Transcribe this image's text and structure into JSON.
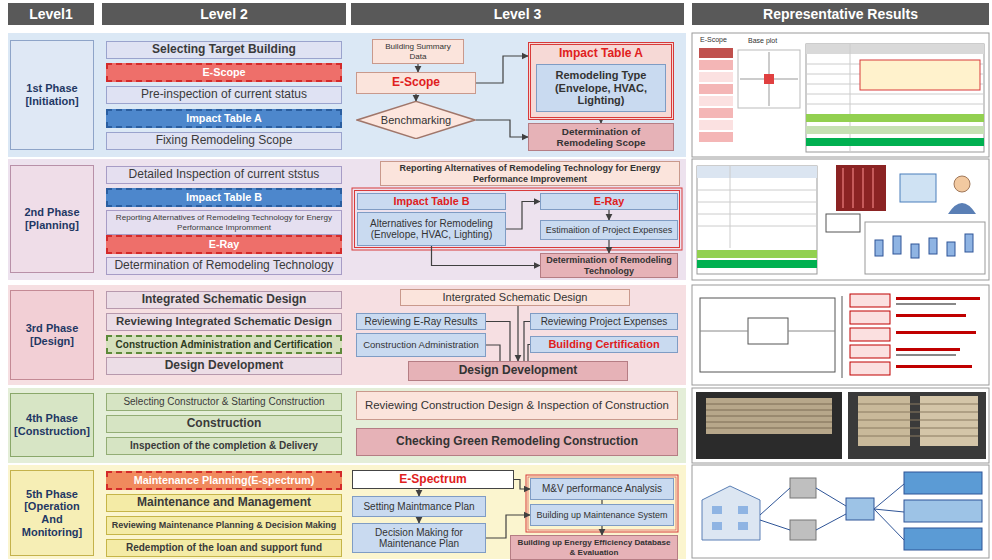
{
  "diagram": {
    "nodes": [
      {
        "text": [
          "Level1"
        ]
      },
      {
        "text": [
          "Level 2"
        ]
      },
      {
        "text": [
          "Level 3"
        ]
      },
      {
        "text": [
          "Representative Results"
        ]
      },
      {
        "text": [
          "1st Phase [Initiation]"
        ]
      },
      {
        "text": [
          "Selecting Target Building"
        ]
      },
      {
        "text": [
          "E-Scope"
        ]
      },
      {
        "text": [
          "Pre-inspection of current status"
        ]
      },
      {
        "text": [
          "Impact Table A"
        ]
      },
      {
        "text": [
          "Fixing Remodeling Scope"
        ]
      },
      {
        "text": [
          "Building Summary Data"
        ]
      },
      {
        "text": [
          "E-Scope"
        ]
      },
      {
        "text": [
          "Benchmarking"
        ]
      },
      {
        "text": [
          "Impact Table A"
        ]
      },
      {
        "text": [
          "Remodeling Type (Envelope, HVAC, Lighting)"
        ],
        "in": 13
      },
      {
        "text": [
          "Determination of Remodeling Scope"
        ]
      },
      {
        "text": [
          "2nd Phase [Planning]"
        ]
      },
      {
        "text": [
          "Detailed Inspection of current ststus"
        ]
      },
      {
        "text": [
          "Impact Table B"
        ]
      },
      {
        "text": [
          "Reporting Alternatives of Remodeling Technology for Energy Performance Impromment"
        ]
      },
      {
        "text": [
          "E-Ray"
        ]
      },
      {
        "text": [
          "Determination of Remodeling Technology"
        ]
      },
      {
        "text": [
          "Reporting Alternatives of Remodeling Technology for Energy Performance Improvement"
        ]
      },
      {
        "text": [
          "Impact Table B"
        ]
      },
      {
        "text": [
          "Alternatives for Remodeling (Envelope, HVAC, Lighting)"
        ]
      },
      {
        "text": [
          "E-Ray"
        ]
      },
      {
        "text": [
          "Estimaition of Project Expenses"
        ]
      },
      {
        "text": [
          "Determination of Remodeling Technology"
        ]
      },
      {
        "text": [
          "3rd Phase [Design]"
        ]
      },
      {
        "text": [
          "Integrated Schematic Design"
        ]
      },
      {
        "text": [
          "Reviewing Integrated Schematic Design"
        ]
      },
      {
        "text": [
          "Construction Administration and Certification"
        ]
      },
      {
        "text": [
          "Design Development"
        ]
      },
      {
        "text": [
          "Intergrated Schematic Design"
        ]
      },
      {
        "text": [
          "Reviewing E-Ray Results"
        ]
      },
      {
        "text": [
          "Reviewing Project Expenses"
        ]
      },
      {
        "text": [
          "Construction Administration"
        ]
      },
      {
        "text": [
          "Building Certification"
        ]
      },
      {
        "text": [
          "Design Development"
        ]
      },
      {
        "text": [
          "4th Phase [Construction]"
        ]
      },
      {
        "text": [
          "Selecting Constructor & Starting Construction"
        ]
      },
      {
        "text": [
          "Construction"
        ]
      },
      {
        "text": [
          "Inspection of the completion & Delivery"
        ]
      },
      {
        "text": [
          "Reviewing Construction Design & Inspection of Construction"
        ]
      },
      {
        "text": [
          "Checking Green Remodeling Construction"
        ]
      },
      {
        "text": [
          "5th Phase [Operation And Monitoring]"
        ]
      },
      {
        "text": [
          "Maintenance Planning(E-spectrum)"
        ]
      },
      {
        "text": [
          "Maintenance and Management"
        ]
      },
      {
        "text": [
          "Reviewing Maintenance Planning & Decision Making"
        ]
      },
      {
        "text": [
          "Redemption of the loan and support fund"
        ]
      },
      {
        "text": [
          "E-Spectrum"
        ]
      },
      {
        "text": [
          "Setting Maintmance Plan"
        ]
      },
      {
        "text": [
          "Decision Making for Maintenance Plan"
        ]
      },
      {
        "text": [
          "M&V performance Analysis"
        ]
      },
      {
        "text": [
          "Building up Maintenance System"
        ]
      },
      {
        "text": [
          "Building up Energy Efficiency Database & Evaluation"
        ]
      }
    ],
    "edges": [
      {
        "from": 10,
        "to": 11,
        "arrow": "to"
      },
      {
        "from": 11,
        "to": 12,
        "arrow": "to"
      },
      {
        "from": 11,
        "to": 13,
        "arrow": "to"
      },
      {
        "from": 12,
        "to": 15,
        "arrow": "to"
      },
      {
        "from": 14,
        "to": 15,
        "arrow": "to"
      },
      {
        "from": 24,
        "to": 25,
        "arrow": "to"
      },
      {
        "from": 25,
        "to": 26,
        "arrow": "to"
      },
      {
        "from": 24,
        "to": 27,
        "arrow": "to"
      },
      {
        "from": 26,
        "to": 27,
        "arrow": "to"
      },
      {
        "from": 33,
        "to": 38,
        "arrow": "to"
      },
      {
        "from": 34,
        "to": 38,
        "arrow": "none"
      },
      {
        "from": 35,
        "to": 38,
        "arrow": "none"
      },
      {
        "from": 36,
        "to": 38,
        "arrow": "none"
      },
      {
        "from": 37,
        "to": 38,
        "arrow": "none"
      },
      {
        "from": 50,
        "to": 51,
        "arrow": "to"
      },
      {
        "from": 51,
        "to": 52,
        "arrow": "to"
      },
      {
        "from": 50,
        "to": 53,
        "arrow": "to"
      },
      {
        "from": 52,
        "to": 54,
        "arrow": "to"
      },
      {
        "from": 53,
        "to": 54,
        "arrow": "none"
      },
      {
        "from": 54,
        "to": 55,
        "arrow": "to"
      }
    ],
    "labels": [
      "E-Scope",
      "Base plot"
    ]
  }
}
